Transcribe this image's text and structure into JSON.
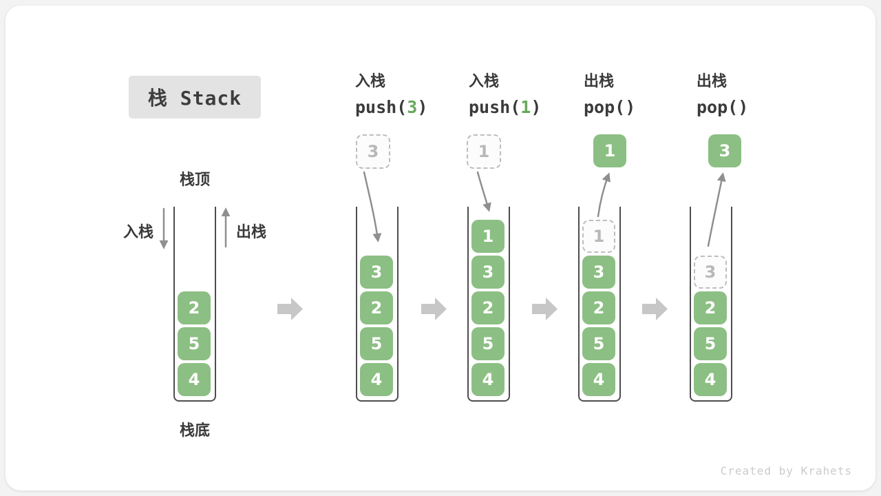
{
  "title": "栈 Stack",
  "annotations": {
    "stack_top": "栈顶",
    "stack_bottom": "栈底",
    "push": "入栈",
    "pop": "出栈"
  },
  "operations": [
    {
      "label": "入栈",
      "code_pre": "push(",
      "arg": "3",
      "code_post": ")"
    },
    {
      "label": "入栈",
      "code_pre": "push(",
      "arg": "1",
      "code_post": ")"
    },
    {
      "label": "出栈",
      "code_pre": "pop(",
      "arg": "",
      "code_post": ")"
    },
    {
      "label": "出栈",
      "code_pre": "pop(",
      "arg": "",
      "code_post": ")"
    }
  ],
  "stacks": [
    {
      "cells": [
        "2",
        "5",
        "4"
      ]
    },
    {
      "floating": "3",
      "cells": [
        "3",
        "2",
        "5",
        "4"
      ]
    },
    {
      "floating": "1",
      "cells": [
        "1",
        "3",
        "2",
        "5",
        "4"
      ]
    },
    {
      "floating": "1",
      "ghost": "1",
      "cells": [
        "3",
        "2",
        "5",
        "4"
      ]
    },
    {
      "floating": "3",
      "ghost": "3",
      "cells": [
        "2",
        "5",
        "4"
      ]
    }
  ],
  "watermark": "Created by Krahets",
  "colors": {
    "cell_green": "#8cbf83",
    "arg_green": "#67a85c",
    "curve_arrow_gray": "#8f8f8f",
    "block_arrow_gray": "#c7c7c7",
    "title_bg": "#e3e3e3",
    "ghost_border": "#bdbdbd"
  }
}
